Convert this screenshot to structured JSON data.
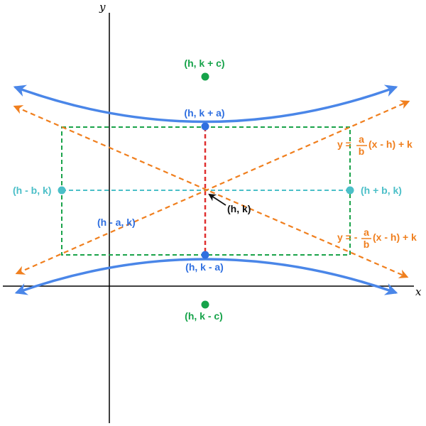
{
  "axes": {
    "x_label": "x",
    "y_label": "y"
  },
  "labels": {
    "focus_top": "(h, k + c)",
    "focus_bottom": "(h, k - c)",
    "vertex_top": "(h, k + a)",
    "vertex_bottom": "(h, k - a)",
    "covertex_left": "(h - b, k)",
    "covertex_right": "(h + b, k)",
    "center": "(h, k)",
    "semi_axis": "(h - a, k)"
  },
  "asymptote_upper": {
    "lhs": "y =",
    "num": "a",
    "den": "b",
    "rest": "(x - h) + k"
  },
  "asymptote_lower": {
    "lhs": "y = -",
    "num": "a",
    "den": "b",
    "rest": "(x - h) + k"
  },
  "colors": {
    "hyperbola": "#4a86e8",
    "asymptote": "#f07f1e",
    "box": "#1aa34a",
    "transverse": "#e03030",
    "conjugate": "#4bbfc8",
    "focus": "#16a34a",
    "vertex": "#2f6fe0",
    "axis": "#000000",
    "center_text": "#111111"
  }
}
